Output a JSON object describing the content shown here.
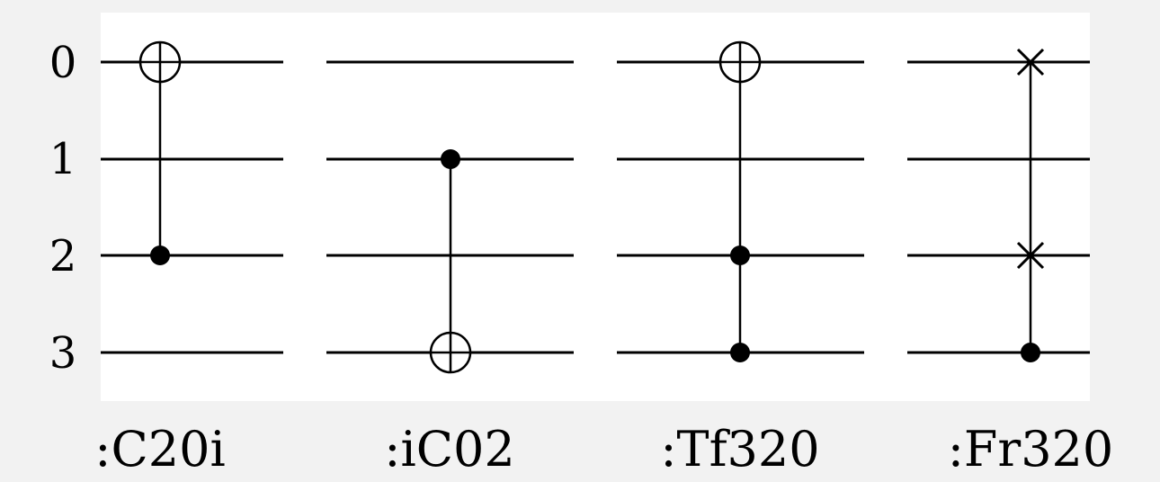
{
  "qubit_labels": [
    "0",
    "1",
    "2",
    "3"
  ],
  "colors": {
    "background": "#f2f2f2",
    "panel": "#ffffff",
    "ink": "#000000"
  },
  "gates": [
    {
      "caption": ":C20i",
      "controls": [
        2
      ],
      "targets": [
        0
      ],
      "target_type": "cnot-target"
    },
    {
      "caption": ":iC02",
      "controls": [
        1
      ],
      "targets": [
        3
      ],
      "target_type": "cnot-target"
    },
    {
      "caption": ":Tf320",
      "controls": [
        2,
        3
      ],
      "targets": [
        0
      ],
      "target_type": "cnot-target"
    },
    {
      "caption": ":Fr320",
      "controls": [
        3
      ],
      "targets": [
        0,
        2
      ],
      "target_type": "swap-cross"
    }
  ]
}
